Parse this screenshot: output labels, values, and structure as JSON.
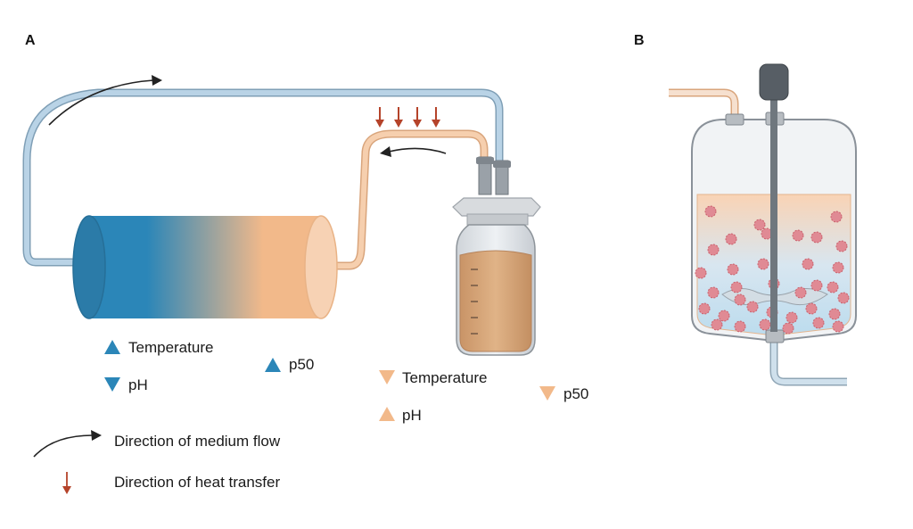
{
  "panels": {
    "a": "A",
    "b": "B"
  },
  "colors": {
    "cool_blue": "#2b86b8",
    "warm_orange": "#f2b98a",
    "tube_blue": "#b9d3e6",
    "tube_orange": "#f6cfae",
    "heat_arrow": "#b5432a",
    "medium": "#dcae82",
    "cells": "#e08a94"
  },
  "cool_side": {
    "temperature": {
      "label": "Temperature",
      "direction": "up"
    },
    "ph": {
      "label": "pH",
      "direction": "down"
    },
    "p50": {
      "label": "p50",
      "direction": "up"
    }
  },
  "warm_side": {
    "temperature": {
      "label": "Temperature",
      "direction": "down"
    },
    "ph": {
      "label": "pH",
      "direction": "up"
    },
    "p50": {
      "label": "p50",
      "direction": "down"
    }
  },
  "legend": {
    "medium_flow": "Direction of medium flow",
    "heat_transfer": "Direction of heat transfer"
  },
  "icons": {
    "up": "triangle-up-icon",
    "down": "triangle-down-icon",
    "flow": "curved-arrow-icon",
    "heat": "heat-arrow-icon"
  }
}
